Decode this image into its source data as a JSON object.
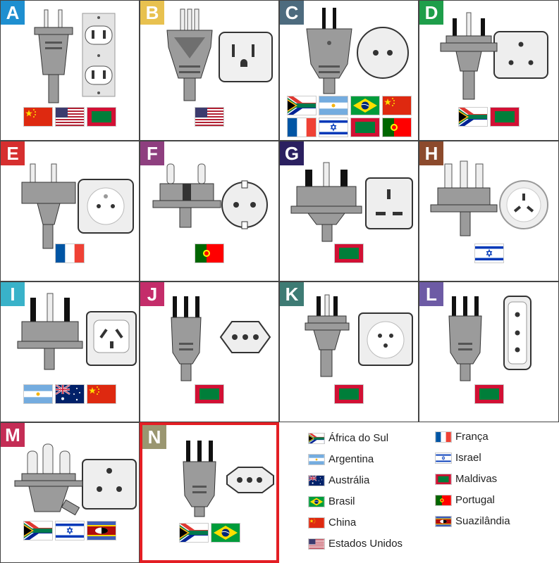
{
  "cells": [
    {
      "letter": "A",
      "color": "#1e8fd0",
      "flags": [
        "cn",
        "us",
        "mv"
      ]
    },
    {
      "letter": "B",
      "color": "#e8c14f",
      "flags": [
        "us"
      ]
    },
    {
      "letter": "C",
      "color": "#4d6b7e",
      "flags": [
        "za",
        "ar",
        "br",
        "cn",
        "fr",
        "il",
        "mv",
        "pt"
      ]
    },
    {
      "letter": "D",
      "color": "#1e9e4a",
      "flags": [
        "za",
        "mv"
      ]
    },
    {
      "letter": "E",
      "color": "#d62f2f",
      "flags": [
        "fr"
      ]
    },
    {
      "letter": "F",
      "color": "#8e3f7f",
      "flags": [
        "pt"
      ]
    },
    {
      "letter": "G",
      "color": "#2b2060",
      "flags": [
        "mv"
      ]
    },
    {
      "letter": "H",
      "color": "#8c4a2c",
      "flags": [
        "il"
      ]
    },
    {
      "letter": "I",
      "color": "#39b2c9",
      "flags": [
        "ar",
        "au",
        "cn"
      ]
    },
    {
      "letter": "J",
      "color": "#c42d6a",
      "flags": [
        "mv"
      ]
    },
    {
      "letter": "K",
      "color": "#3e7b74",
      "flags": [
        "mv"
      ]
    },
    {
      "letter": "L",
      "color": "#6d5ba5",
      "flags": [
        "mv"
      ]
    },
    {
      "letter": "M",
      "color": "#c42d55",
      "flags": [
        "za",
        "il",
        "sz"
      ]
    },
    {
      "letter": "N",
      "color": "#9a9670",
      "flags": [
        "za",
        "br"
      ]
    }
  ],
  "legend": [
    {
      "code": "za",
      "label": "África do Sul"
    },
    {
      "code": "ar",
      "label": "Argentina"
    },
    {
      "code": "au",
      "label": "Austrália"
    },
    {
      "code": "br",
      "label": "Brasil"
    },
    {
      "code": "cn",
      "label": "China"
    },
    {
      "code": "us",
      "label": "Estados Unidos"
    },
    {
      "code": "fr",
      "label": "França"
    },
    {
      "code": "il",
      "label": "Israel"
    },
    {
      "code": "mv",
      "label": "Maldivas"
    },
    {
      "code": "pt",
      "label": "Portugal"
    },
    {
      "code": "sz",
      "label": "Suazilândia"
    }
  ],
  "highlight_color": "#e31e24"
}
